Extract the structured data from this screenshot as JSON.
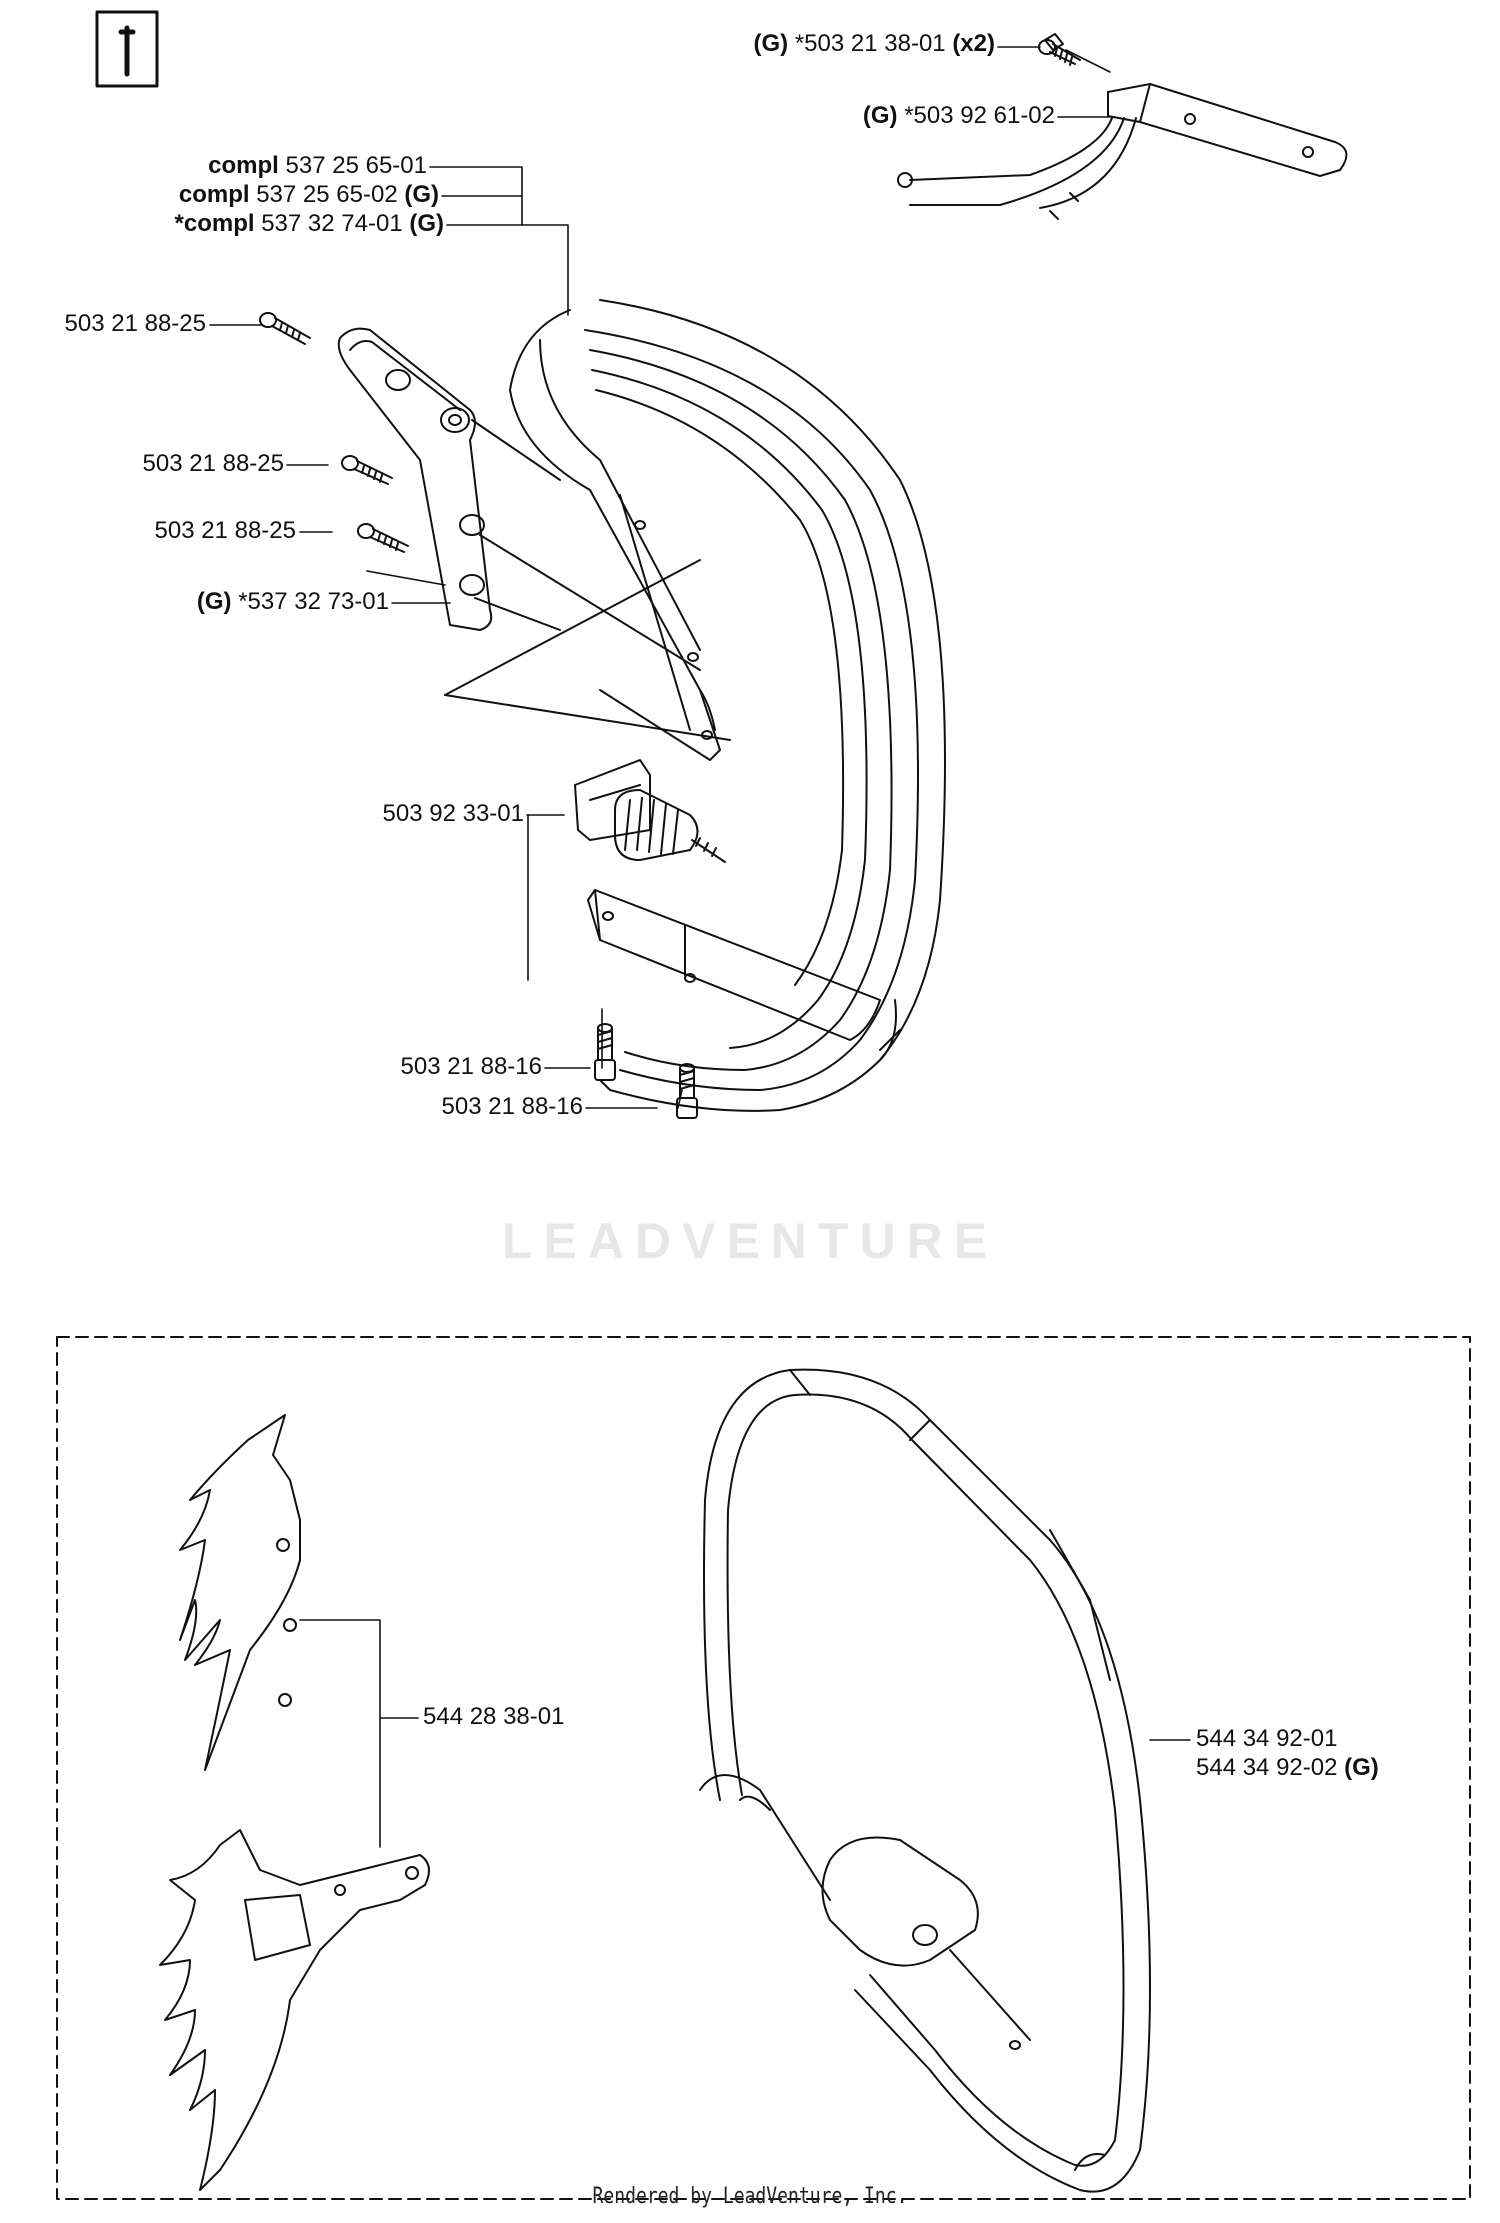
{
  "watermark_text": "LEADVENTURE",
  "footer_text": "Rendered by LeadVenture, Inc.",
  "tool_icon": "wrench-icon",
  "callouts": {
    "screw_top_right": {
      "prefix": "(G)",
      "number": "*503 21 38-01",
      "suffix": "(x2)"
    },
    "heating_element": {
      "prefix": "(G)",
      "number": "*503 92 61-02"
    },
    "compl_1": {
      "prefix": "compl",
      "number": "537 25 65-01"
    },
    "compl_2": {
      "prefix": "compl",
      "number": "537 25 65-02",
      "suffix": "(G)"
    },
    "compl_3": {
      "prefix": "*compl",
      "number": "537 32 74-01",
      "suffix": "(G)"
    },
    "screw_1": {
      "number": "503 21 88-25"
    },
    "screw_2": {
      "number": "503 21 88-25"
    },
    "screw_3": {
      "number": "503 21 88-25"
    },
    "bracket": {
      "prefix": "(G)",
      "number": "*537 32 73-01"
    },
    "damper": {
      "number": "503 92 33-01"
    },
    "screw_bottom_1": {
      "number": "503 21 88-16"
    },
    "screw_bottom_2": {
      "number": "503 21 88-16"
    },
    "spike": {
      "number": "544 28 38-01"
    },
    "handle_1": {
      "number": "544 34 92-01"
    },
    "handle_2": {
      "number": "544 34 92-02",
      "suffix": "(G)"
    }
  }
}
